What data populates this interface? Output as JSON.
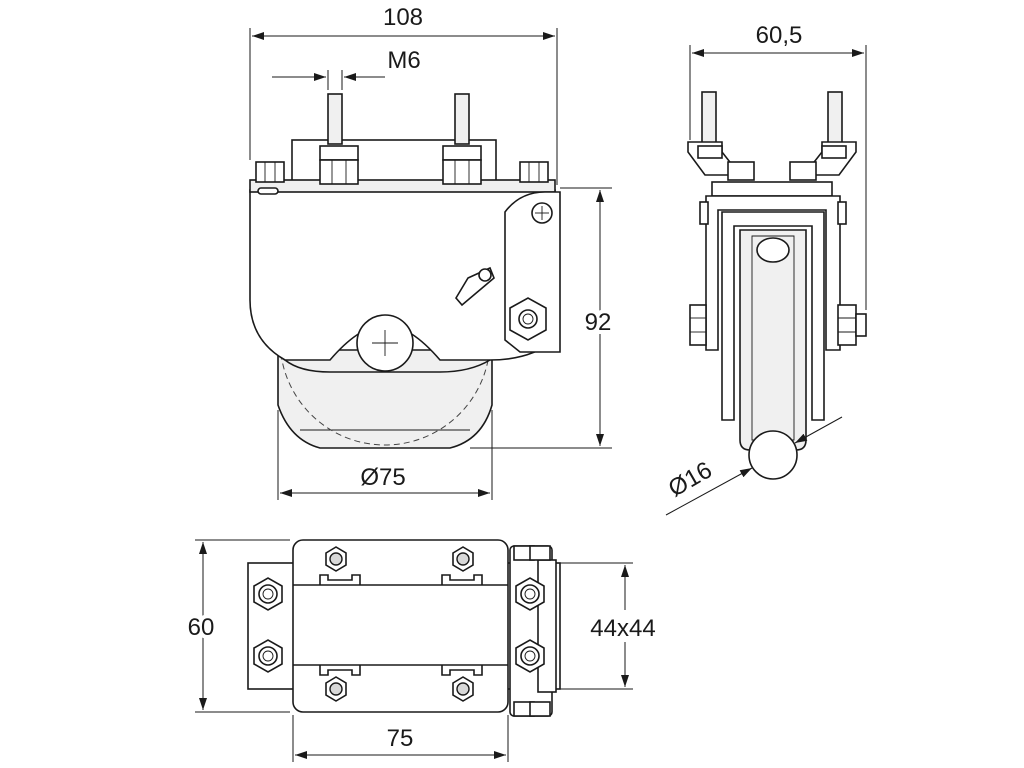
{
  "dimensions": {
    "front_width": "108",
    "thread": "M6",
    "side_width": "60,5",
    "height": "92",
    "wheel_diameter": "Ø75",
    "ball_diameter": "Ø16",
    "plan_depth": "60",
    "plan_profile": "44x44",
    "plan_width": "75"
  },
  "colors": {
    "line": "#1a1a1a",
    "fill": "#f0f0f0",
    "background": "#ffffff"
  }
}
